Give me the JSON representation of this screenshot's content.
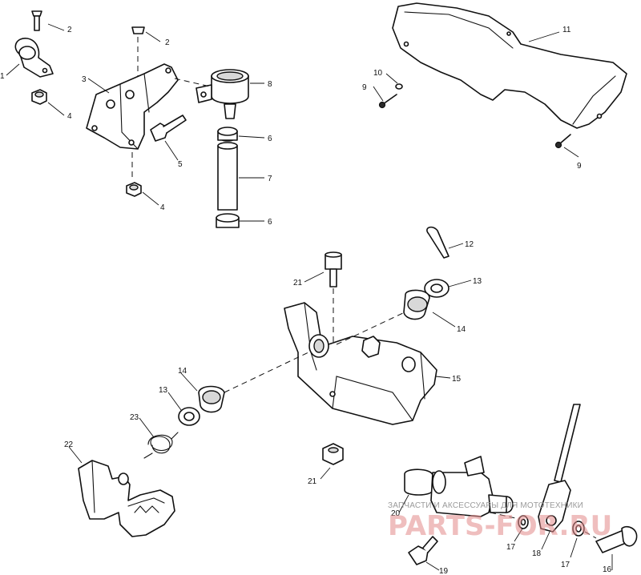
{
  "callouts": {
    "c1": "1",
    "c2a": "2",
    "c2b": "2",
    "c3": "3",
    "c4a": "4",
    "c4b": "4",
    "c5": "5",
    "c6a": "6",
    "c6b": "6",
    "c7": "7",
    "c8": "8",
    "c9a": "9",
    "c9b": "9",
    "c10": "10",
    "c11": "11",
    "c12": "12",
    "c13a": "13",
    "c13b": "13",
    "c14a": "14",
    "c14b": "14",
    "c15": "15",
    "c16": "16",
    "c17a": "17",
    "c17b": "17",
    "c18": "18",
    "c19": "19",
    "c20": "20",
    "c21a": "21",
    "c21b": "21",
    "c22": "22",
    "c23": "23"
  },
  "watermark": {
    "caption": "ЗАПЧАСТИ И АКСЕССУАРЫ ДЛЯ МОТОТЕХНИКИ",
    "logo": "PARTS-FOR.RU"
  }
}
